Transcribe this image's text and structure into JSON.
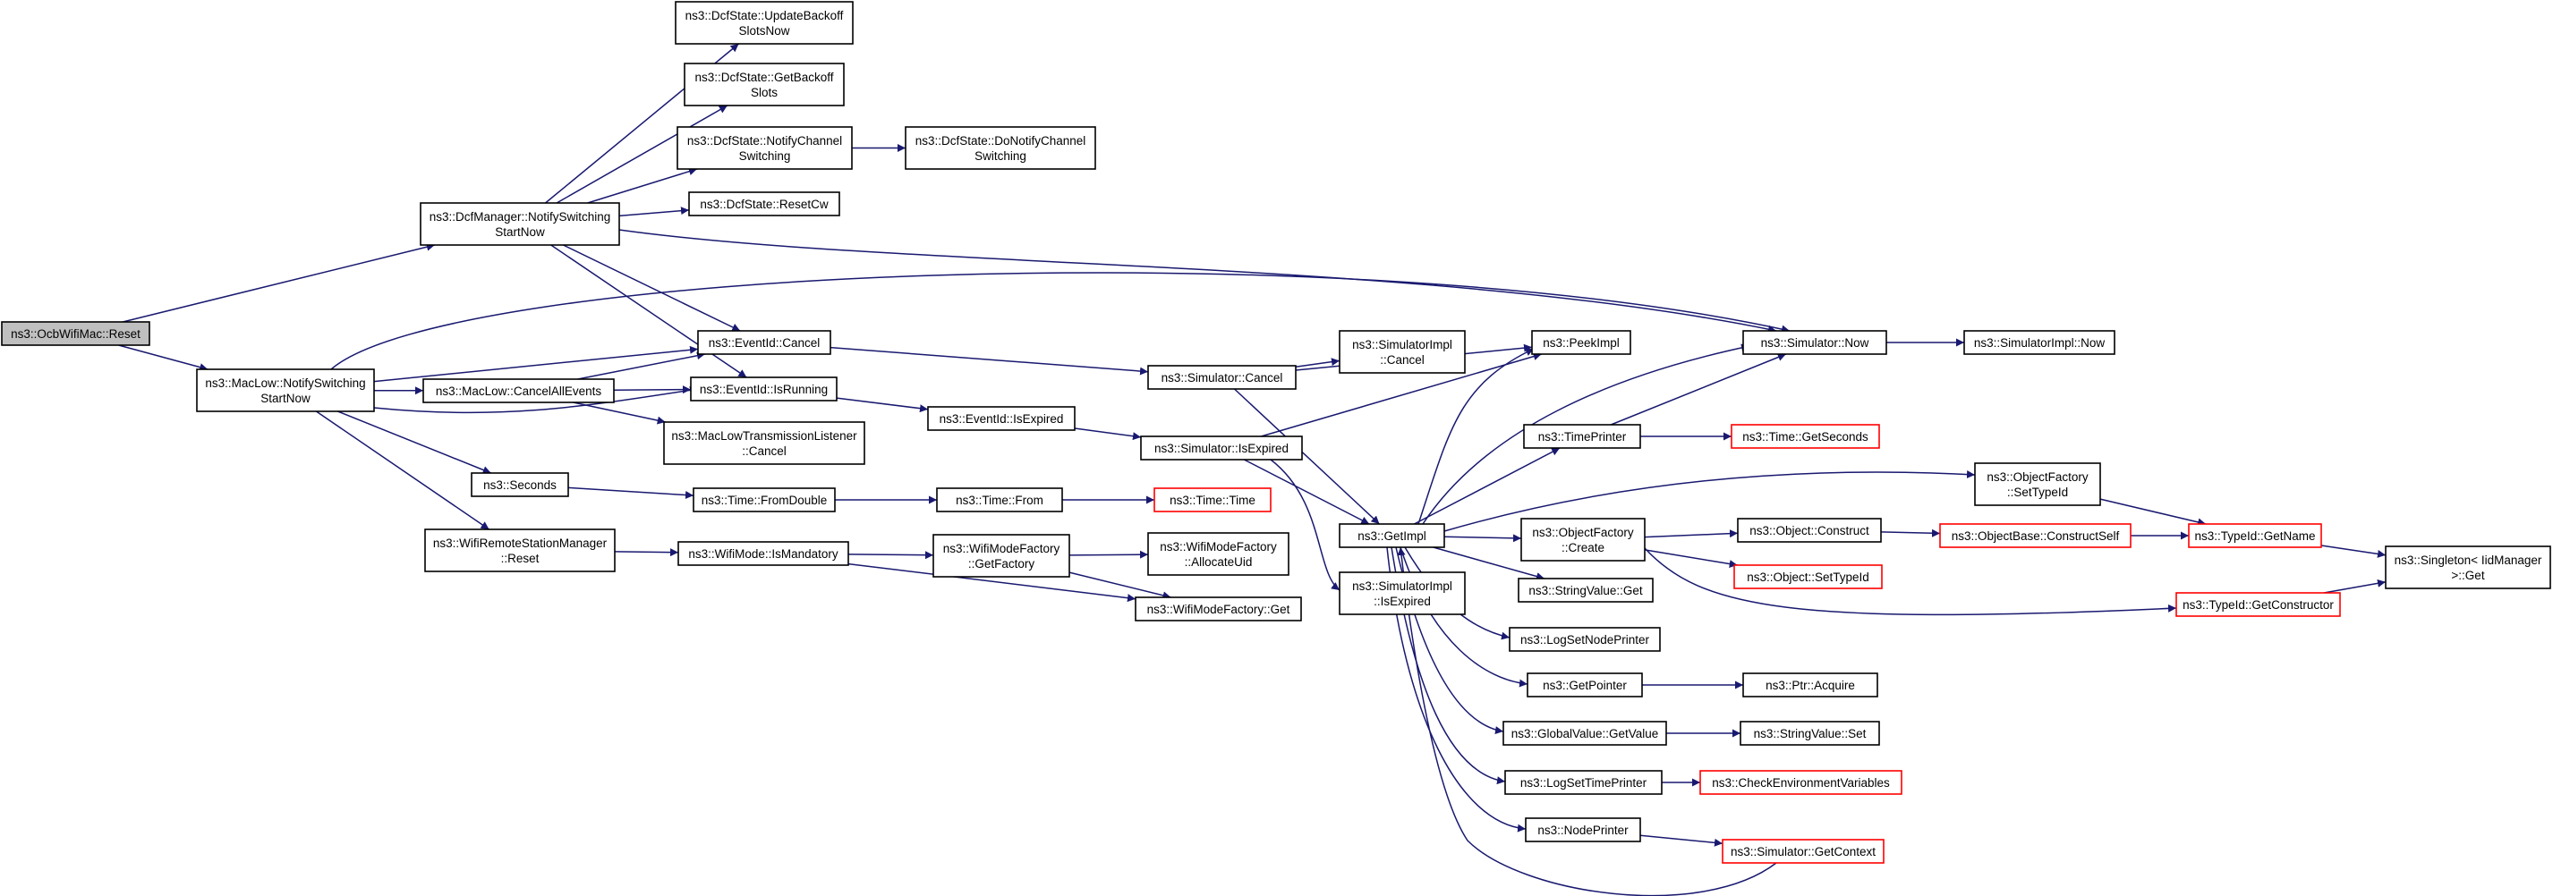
{
  "colors": {
    "edge": "#191970",
    "box_border": "#000000",
    "box_fill": "#ffffff",
    "highlight_fill": "#bfbfbf",
    "truncated_border": "#ff0000"
  },
  "nodes": [
    {
      "id": "ocb-reset",
      "lines": [
        "ns3::OcbWifiMac::Reset"
      ],
      "style": "highlight"
    },
    {
      "id": "dcf-notify",
      "lines": [
        "ns3::DcfManager::NotifySwitching",
        "StartNow"
      ],
      "style": "normal"
    },
    {
      "id": "mac-notify",
      "lines": [
        "ns3::MacLow::NotifySwitching",
        "StartNow"
      ],
      "style": "normal"
    },
    {
      "id": "upd-backoff",
      "lines": [
        "ns3::DcfState::UpdateBackoff",
        "SlotsNow"
      ],
      "style": "normal"
    },
    {
      "id": "get-backoff",
      "lines": [
        "ns3::DcfState::GetBackoff",
        "Slots"
      ],
      "style": "normal"
    },
    {
      "id": "notify-ch",
      "lines": [
        "ns3::DcfState::NotifyChannel",
        "Switching"
      ],
      "style": "normal"
    },
    {
      "id": "do-notify-ch",
      "lines": [
        "ns3::DcfState::DoNotifyChannel",
        "Switching"
      ],
      "style": "normal"
    },
    {
      "id": "reset-cw",
      "lines": [
        "ns3::DcfState::ResetCw"
      ],
      "style": "normal"
    },
    {
      "id": "eid-cancel",
      "lines": [
        "ns3::EventId::Cancel"
      ],
      "style": "normal"
    },
    {
      "id": "cancel-all",
      "lines": [
        "ns3::MacLow::CancelAllEvents"
      ],
      "style": "normal"
    },
    {
      "id": "eid-isrunning",
      "lines": [
        "ns3::EventId::IsRunning"
      ],
      "style": "normal"
    },
    {
      "id": "mtl-cancel",
      "lines": [
        "ns3::MacLowTransmissionListener",
        "::Cancel"
      ],
      "style": "normal"
    },
    {
      "id": "seconds",
      "lines": [
        "ns3::Seconds"
      ],
      "style": "normal"
    },
    {
      "id": "wrsm-reset",
      "lines": [
        "ns3::WifiRemoteStationManager",
        "::Reset"
      ],
      "style": "normal"
    },
    {
      "id": "time-fromdouble",
      "lines": [
        "ns3::Time::FromDouble"
      ],
      "style": "normal"
    },
    {
      "id": "wifimode-ismand",
      "lines": [
        "ns3::WifiMode::IsMandatory"
      ],
      "style": "normal"
    },
    {
      "id": "eid-isexpired",
      "lines": [
        "ns3::EventId::IsExpired"
      ],
      "style": "normal"
    },
    {
      "id": "sim-cancel",
      "lines": [
        "ns3::Simulator::Cancel"
      ],
      "style": "normal"
    },
    {
      "id": "sim-isexpired",
      "lines": [
        "ns3::Simulator::IsExpired"
      ],
      "style": "normal"
    },
    {
      "id": "time-from",
      "lines": [
        "ns3::Time::From"
      ],
      "style": "normal"
    },
    {
      "id": "time-time",
      "lines": [
        "ns3::Time::Time"
      ],
      "style": "truncated"
    },
    {
      "id": "wmf-getfactory",
      "lines": [
        "ns3::WifiModeFactory",
        "::GetFactory"
      ],
      "style": "normal"
    },
    {
      "id": "wmf-allocuid",
      "lines": [
        "ns3::WifiModeFactory",
        "::AllocateUid"
      ],
      "style": "normal"
    },
    {
      "id": "wmf-get",
      "lines": [
        "ns3::WifiModeFactory::Get"
      ],
      "style": "normal"
    },
    {
      "id": "simimpl-cancel",
      "lines": [
        "ns3::SimulatorImpl",
        "::Cancel"
      ],
      "style": "normal"
    },
    {
      "id": "getimpl",
      "lines": [
        "ns3::GetImpl"
      ],
      "style": "normal"
    },
    {
      "id": "simimpl-isexpired",
      "lines": [
        "ns3::SimulatorImpl",
        "::IsExpired"
      ],
      "style": "normal"
    },
    {
      "id": "peekimpl",
      "lines": [
        "ns3::PeekImpl"
      ],
      "style": "normal"
    },
    {
      "id": "timeprinter",
      "lines": [
        "ns3::TimePrinter"
      ],
      "style": "normal"
    },
    {
      "id": "of-create",
      "lines": [
        "ns3::ObjectFactory",
        "::Create"
      ],
      "style": "normal"
    },
    {
      "id": "sv-get",
      "lines": [
        "ns3::StringValue::Get"
      ],
      "style": "normal"
    },
    {
      "id": "logsetnode",
      "lines": [
        "ns3::LogSetNodePrinter"
      ],
      "style": "normal"
    },
    {
      "id": "getpointer",
      "lines": [
        "ns3::GetPointer"
      ],
      "style": "normal"
    },
    {
      "id": "gv-getvalue",
      "lines": [
        "ns3::GlobalValue::GetValue"
      ],
      "style": "normal"
    },
    {
      "id": "logsettime",
      "lines": [
        "ns3::LogSetTimePrinter"
      ],
      "style": "normal"
    },
    {
      "id": "nodeprinter",
      "lines": [
        "ns3::NodePrinter"
      ],
      "style": "normal"
    },
    {
      "id": "sim-now",
      "lines": [
        "ns3::Simulator::Now"
      ],
      "style": "normal"
    },
    {
      "id": "simimpl-now",
      "lines": [
        "ns3::SimulatorImpl::Now"
      ],
      "style": "normal"
    },
    {
      "id": "time-getseconds",
      "lines": [
        "ns3::Time::GetSeconds"
      ],
      "style": "truncated"
    },
    {
      "id": "of-settypeid",
      "lines": [
        "ns3::ObjectFactory",
        "::SetTypeId"
      ],
      "style": "normal"
    },
    {
      "id": "obj-construct",
      "lines": [
        "ns3::Object::Construct"
      ],
      "style": "normal"
    },
    {
      "id": "obj-settypeid",
      "lines": [
        "ns3::Object::SetTypeId"
      ],
      "style": "truncated"
    },
    {
      "id": "ob-constructself",
      "lines": [
        "ns3::ObjectBase::ConstructSelf"
      ],
      "style": "truncated"
    },
    {
      "id": "typeid-getname",
      "lines": [
        "ns3::TypeId::GetName"
      ],
      "style": "truncated"
    },
    {
      "id": "singleton-get",
      "lines": [
        "ns3::Singleton< IidManager",
        " >::Get"
      ],
      "style": "normal"
    },
    {
      "id": "typeid-getctor",
      "lines": [
        "ns3::TypeId::GetConstructor"
      ],
      "style": "truncated"
    },
    {
      "id": "ptr-acquire",
      "lines": [
        "ns3::Ptr::Acquire"
      ],
      "style": "normal"
    },
    {
      "id": "sv-set",
      "lines": [
        "ns3::StringValue::Set"
      ],
      "style": "normal"
    },
    {
      "id": "check-env",
      "lines": [
        "ns3::CheckEnvironmentVariables"
      ],
      "style": "truncated"
    },
    {
      "id": "sim-getcontext",
      "lines": [
        "ns3::Simulator::GetContext"
      ],
      "style": "truncated"
    }
  ],
  "edges": [
    {
      "from": "ocb-reset",
      "to": "dcf-notify"
    },
    {
      "from": "ocb-reset",
      "to": "mac-notify"
    },
    {
      "from": "dcf-notify",
      "to": "upd-backoff"
    },
    {
      "from": "dcf-notify",
      "to": "get-backoff"
    },
    {
      "from": "dcf-notify",
      "to": "notify-ch"
    },
    {
      "from": "dcf-notify",
      "to": "reset-cw"
    },
    {
      "from": "dcf-notify",
      "to": "eid-cancel"
    },
    {
      "from": "dcf-notify",
      "to": "eid-isrunning"
    },
    {
      "from": "dcf-notify",
      "to": "sim-now"
    },
    {
      "from": "notify-ch",
      "to": "do-notify-ch"
    },
    {
      "from": "mac-notify",
      "to": "sim-now"
    },
    {
      "from": "mac-notify",
      "to": "eid-cancel"
    },
    {
      "from": "mac-notify",
      "to": "cancel-all"
    },
    {
      "from": "mac-notify",
      "to": "eid-isrunning"
    },
    {
      "from": "mac-notify",
      "to": "seconds"
    },
    {
      "from": "mac-notify",
      "to": "wrsm-reset"
    },
    {
      "from": "cancel-all",
      "to": "eid-cancel"
    },
    {
      "from": "cancel-all",
      "to": "eid-isrunning"
    },
    {
      "from": "cancel-all",
      "to": "mtl-cancel"
    },
    {
      "from": "eid-cancel",
      "to": "sim-cancel"
    },
    {
      "from": "eid-isrunning",
      "to": "eid-isexpired"
    },
    {
      "from": "eid-isexpired",
      "to": "sim-isexpired"
    },
    {
      "from": "seconds",
      "to": "time-fromdouble"
    },
    {
      "from": "time-fromdouble",
      "to": "time-from"
    },
    {
      "from": "time-from",
      "to": "time-time"
    },
    {
      "from": "wrsm-reset",
      "to": "wifimode-ismand"
    },
    {
      "from": "wifimode-ismand",
      "to": "wmf-getfactory"
    },
    {
      "from": "wifimode-ismand",
      "to": "wmf-get"
    },
    {
      "from": "wmf-getfactory",
      "to": "wmf-allocuid"
    },
    {
      "from": "wmf-getfactory",
      "to": "wmf-get"
    },
    {
      "from": "sim-cancel",
      "to": "simimpl-cancel"
    },
    {
      "from": "sim-cancel",
      "to": "peekimpl"
    },
    {
      "from": "sim-cancel",
      "to": "getimpl"
    },
    {
      "from": "sim-isexpired",
      "to": "peekimpl"
    },
    {
      "from": "sim-isexpired",
      "to": "getimpl"
    },
    {
      "from": "sim-isexpired",
      "to": "simimpl-isexpired"
    },
    {
      "from": "getimpl",
      "to": "peekimpl"
    },
    {
      "from": "getimpl",
      "to": "sim-now"
    },
    {
      "from": "getimpl",
      "to": "timeprinter"
    },
    {
      "from": "getimpl",
      "to": "of-settypeid"
    },
    {
      "from": "getimpl",
      "to": "of-create"
    },
    {
      "from": "getimpl",
      "to": "sv-get"
    },
    {
      "from": "getimpl",
      "to": "logsetnode"
    },
    {
      "from": "getimpl",
      "to": "getpointer"
    },
    {
      "from": "getimpl",
      "to": "gv-getvalue"
    },
    {
      "from": "getimpl",
      "to": "logsettime"
    },
    {
      "from": "getimpl",
      "to": "nodeprinter"
    },
    {
      "from": "timeprinter",
      "to": "sim-now"
    },
    {
      "from": "timeprinter",
      "to": "time-getseconds"
    },
    {
      "from": "nodeprinter",
      "to": "sim-getcontext"
    },
    {
      "from": "sim-getcontext",
      "to": "getimpl"
    },
    {
      "from": "sim-now",
      "to": "simimpl-now"
    },
    {
      "from": "of-create",
      "to": "obj-construct"
    },
    {
      "from": "of-create",
      "to": "obj-settypeid"
    },
    {
      "from": "of-create",
      "to": "typeid-getctor"
    },
    {
      "from": "obj-construct",
      "to": "ob-constructself"
    },
    {
      "from": "ob-constructself",
      "to": "typeid-getname"
    },
    {
      "from": "of-settypeid",
      "to": "typeid-getname"
    },
    {
      "from": "typeid-getname",
      "to": "singleton-get"
    },
    {
      "from": "typeid-getctor",
      "to": "singleton-get"
    },
    {
      "from": "getpointer",
      "to": "ptr-acquire"
    },
    {
      "from": "gv-getvalue",
      "to": "sv-set"
    },
    {
      "from": "logsettime",
      "to": "check-env"
    }
  ]
}
